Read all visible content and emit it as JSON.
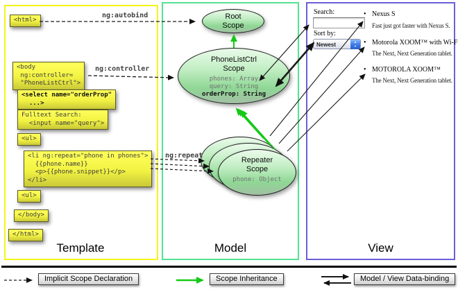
{
  "columns": {
    "template": {
      "label": "Template"
    },
    "model": {
      "label": "Model"
    },
    "view": {
      "label": "View"
    }
  },
  "edge_labels": {
    "autobind": "ng:autobind",
    "controller": "ng:controller",
    "repeat": "ng:repeat"
  },
  "template": {
    "boxes": {
      "html_open": "<html>",
      "body_open": {
        "lines": [
          "<body",
          " ng:controller=",
          " \"PhoneListCtrl\">"
        ]
      },
      "select": {
        "lines": [
          "<select name=\"orderProp\"",
          "  ...>"
        ]
      },
      "fulltext": {
        "lines": [
          "Fulltext Search:",
          "  <input name=\"query\">"
        ]
      },
      "ul_open": "<ul>",
      "li_repeat": {
        "lines": [
          "<li ng:repeat=\"phone in phones\">",
          "  {{phone.name}}",
          "  <p>{{phone.snippet}}</p>",
          "</li>"
        ]
      },
      "ul_close": "<ul>",
      "body_close": "</body>",
      "html_close": "</html>"
    }
  },
  "model": {
    "root_scope": {
      "line1": "Root",
      "line2": "Scope"
    },
    "phonelistctrl_scope": {
      "line1": "PhoneListCtrl",
      "line2": "Scope",
      "props": [
        "phones: Array",
        "query: String"
      ],
      "bold_prop": "orderProp: String"
    },
    "repeater_scope": {
      "line1": "Repeater",
      "line2": "Scope",
      "prop": "phone: Object"
    }
  },
  "view": {
    "search_label": "Search:",
    "sort_label": "Sort by:",
    "sort_value": "Newest",
    "items": [
      {
        "title": "Nexus S",
        "desc": "Fast just got faster with Nexus S."
      },
      {
        "title": "Motorola XOOM™ with Wi-Fi",
        "desc": "The Next, Next Generation tablet."
      },
      {
        "title": "MOTOROLA XOOM™",
        "desc": "The Next, Next Generation tablet."
      }
    ]
  },
  "legend": {
    "implicit": "Implicit Scope Declaration",
    "inheritance": "Scope Inheritance",
    "binding": "Model / View Data-binding"
  },
  "icons": {
    "bullet": "•",
    "stepper_up": "▲",
    "stepper_down": "▼"
  },
  "colors": {
    "template_border": "#f4f418",
    "model_border": "#52e292",
    "view_border": "#6a5fd6",
    "scope_green_arrow": "#16c916",
    "box_yellow": "#f2f243"
  }
}
